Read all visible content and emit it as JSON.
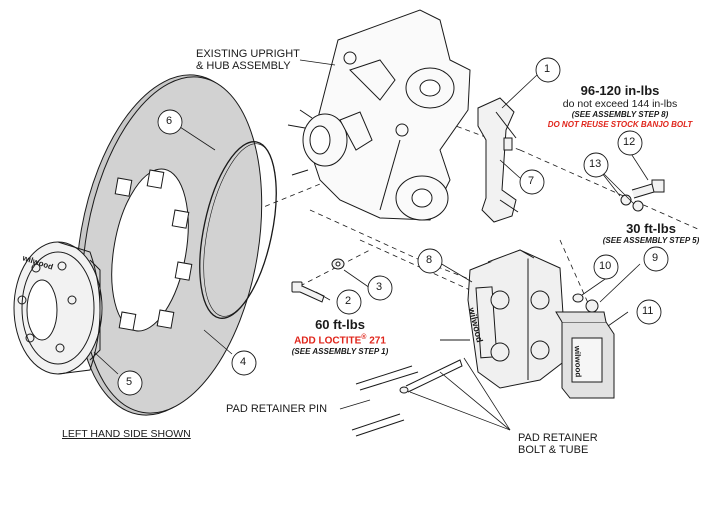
{
  "labels": {
    "existing_upright": [
      "EXISTING UPRIGHT",
      "& HUB ASSEMBLY"
    ],
    "pad_retainer_pin": "PAD RETAINER PIN",
    "left_hand_side": "LEFT HAND SIDE SHOWN",
    "pad_retainer_bolt": [
      "PAD RETAINER",
      "BOLT & TUBE"
    ]
  },
  "torque_notes": {
    "bracket": {
      "value": "96-120 in-lbs",
      "line2": "do not exceed 144 in-lbs",
      "line3": "(SEE ASSEMBLY STEP 8)",
      "warning": "DO NOT REUSE STOCK BANJO BOLT"
    },
    "caliper": {
      "value": "30 ft-lbs",
      "line2": "(SEE ASSEMBLY STEP 5)"
    },
    "rotor": {
      "value": "60 ft-lbs",
      "line2_pre": "ADD LOCTITE",
      "line2_reg": "®",
      "line2_post": " 271",
      "line3": "(SEE ASSEMBLY STEP 1)"
    }
  },
  "callouts": [
    "1",
    "2",
    "3",
    "4",
    "5",
    "6",
    "7",
    "8",
    "9",
    "10",
    "11",
    "12",
    "13"
  ],
  "logos": [
    "wilwood",
    "wilwood",
    "wilwood"
  ],
  "colors": {
    "line": "#1a1a1a",
    "warning": "#e0251b",
    "rotor_fill": "#c8c8c8",
    "part_fill": "#f2f2f2"
  }
}
